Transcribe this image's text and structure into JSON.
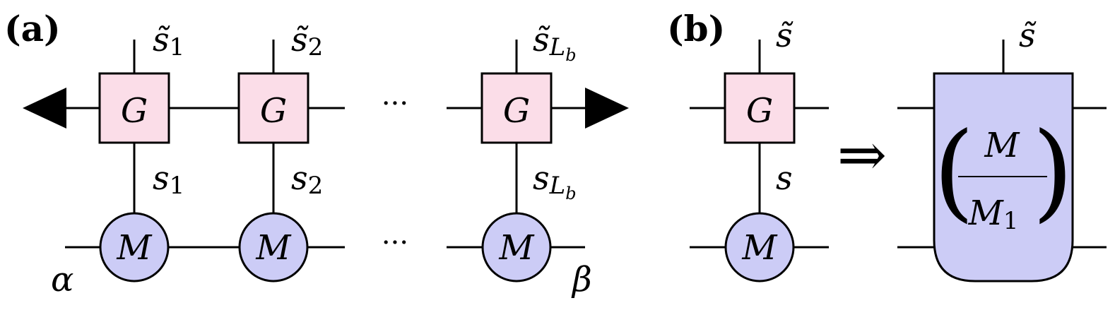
{
  "panels": {
    "a": {
      "label": "(a)"
    },
    "b": {
      "label": "(b)"
    }
  },
  "tensors": {
    "G": "G",
    "M": "M"
  },
  "indices": {
    "s_tilde": "s̃",
    "s": "s",
    "sub_1": "1",
    "sub_2": "2",
    "sub_L": "L",
    "sub_b": "b",
    "alpha": "α",
    "beta": "β"
  },
  "ellipsis": "···",
  "implies": "⇒",
  "fraction": {
    "numerator": "M",
    "denominator": "M",
    "denominator_sub": "1",
    "open_paren": "(",
    "close_paren": ")"
  },
  "colors": {
    "g_fill": "#fbdde8",
    "m_fill": "#ccccf6",
    "stroke": "#000000"
  }
}
